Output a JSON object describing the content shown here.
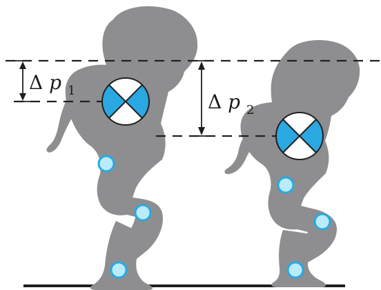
{
  "labels": {
    "delta1": {
      "delta": "Δ",
      "var": "p",
      "sub": "1"
    },
    "delta2": {
      "delta": "Δ",
      "var": "p",
      "sub": "2"
    }
  },
  "colors": {
    "silhouette": "#8e8e90",
    "joint_fill": "#b9ebfb",
    "joint_stroke": "#28a9e0",
    "center_of_mass_blue": "#2aa8e1",
    "line": "#1f1f1f"
  },
  "icons": {
    "center_of_mass": "center-of-mass-symbol",
    "joint": "joint-marker"
  }
}
